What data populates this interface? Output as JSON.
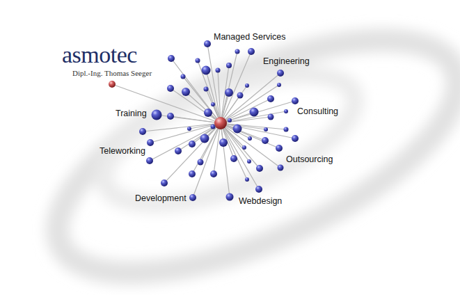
{
  "diagram": {
    "labels": [
      "asmotec",
      "Dipl.-Ing. Thomas Seeger",
      "Managed Services",
      "Engineering",
      "Consulting",
      "Outsourcing",
      "Webdesign",
      "Development",
      "Teleworking",
      "Training"
    ]
  }
}
